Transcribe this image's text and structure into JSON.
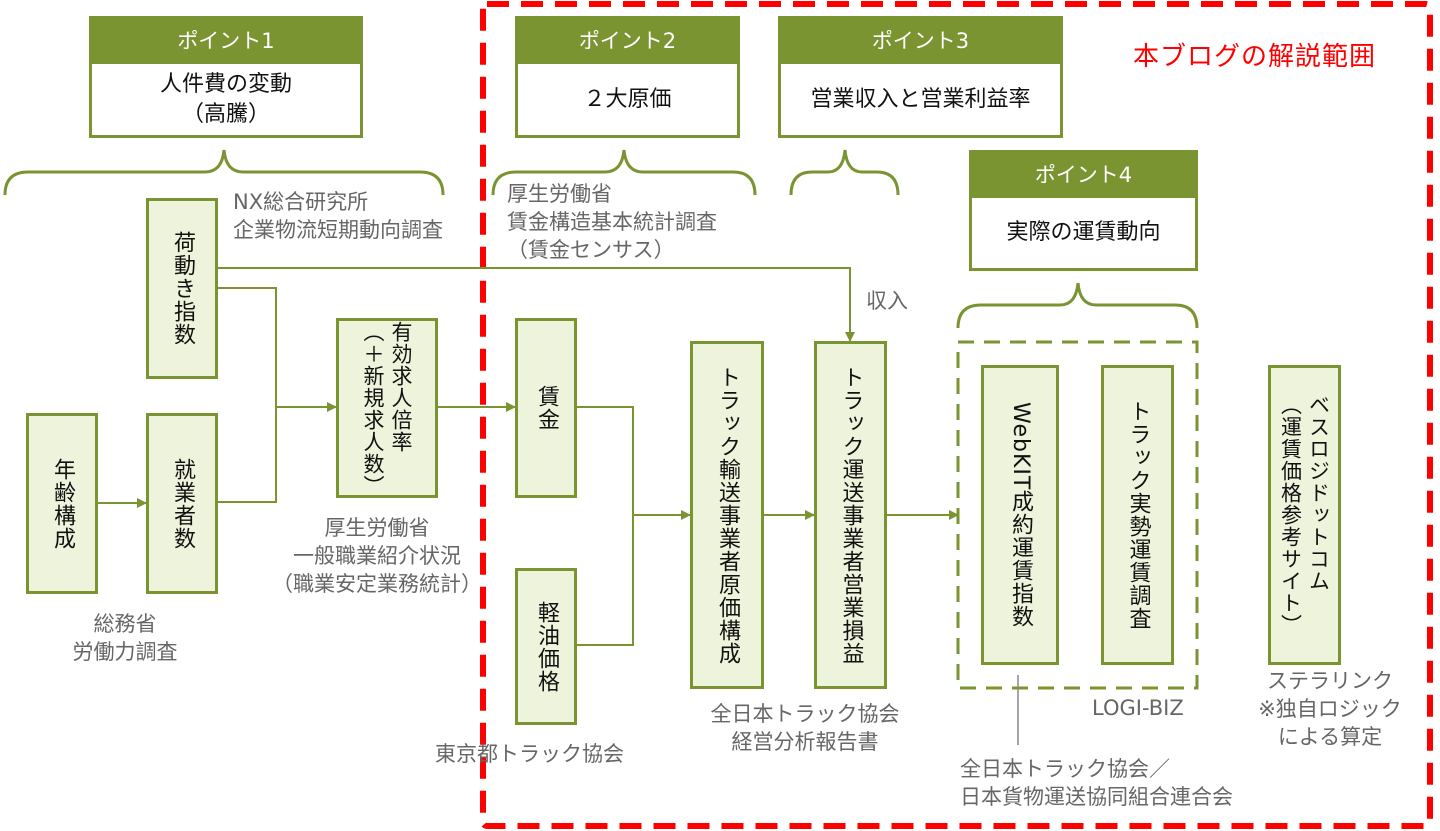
{
  "scope_label": "本ブログの解説範囲",
  "points": [
    {
      "header": "ポイント1",
      "body": "人件費の変動\n（高騰）"
    },
    {
      "header": "ポイント2",
      "body": "２大原価"
    },
    {
      "header": "ポイント3",
      "body": "営業収入と営業利益率"
    },
    {
      "header": "ポイント4",
      "body": "実際の運賃動向"
    }
  ],
  "nodes": {
    "cargo_index": "荷動き指数",
    "age_structure": "年齢構成",
    "employed": "就業者数",
    "job_ratio": "有効求人倍率\n（＋新規求人数）",
    "wages": "賃金",
    "diesel": "軽油価格",
    "cost_structure": "トラック輸送事業者原価構成",
    "operating_pl": "トラック運送事業者営業損益",
    "webkit": "WebKIT成約運賃指数",
    "actual_fare": "トラック実勢運賃調査",
    "beslogi": "ベスロジドットコム\n（運賃価格参考サイト）"
  },
  "sources": {
    "nx": "NX総合研究所\n企業物流短期動向調査",
    "mhlw_wage": "厚生労働省\n賃金構造基本統計調査\n（賃金センサス）",
    "mhlw_job": "厚生労働省\n一般職業紹介状況\n（職業安定業務統計）",
    "mic": "総務省\n労働力調査",
    "tokyo_truck": "東京都トラック協会",
    "jta_report": "全日本トラック協会\n経営分析報告書",
    "jta_union": "全日本トラック協会／\n日本貨物運送協同組合連合会",
    "logibiz": "LOGI-BIZ",
    "stellalink": "ステラリンク\n※独自ロジック\nによる算定"
  },
  "edge_labels": {
    "revenue": "収入"
  },
  "colors": {
    "accent_green": "#7A9432",
    "box_fill": "#EEF3DC",
    "scope_red": "#FF0000",
    "source_gray": "#666666"
  }
}
